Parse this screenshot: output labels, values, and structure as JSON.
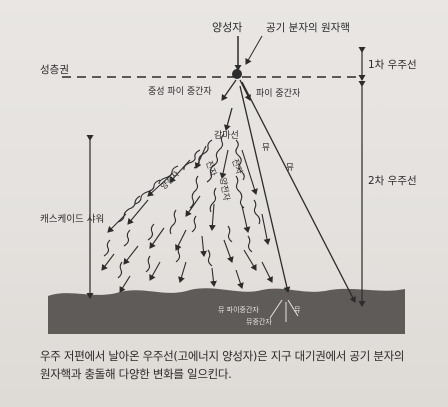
{
  "figure": {
    "labels": {
      "proton": "양성자",
      "nucleus": "공기 분자의 원자핵",
      "stratosphere": "성층권",
      "primary_cosmic_ray": "1차 우주선",
      "secondary_cosmic_ray": "2차 우주선",
      "neutral_pion": "중성 파이 중간자",
      "pion": "파이 중간자",
      "gamma_ray": "감마선",
      "cascade_shower": "캐스케이드 샤워",
      "electron_1": "전자",
      "electron_2": "전자",
      "positron": "양전자",
      "positron_side": "양전자",
      "mu_1": "뮤",
      "mu_2": "뮤",
      "ground_label_1": "뮤 파이중간자",
      "ground_label_2": "뮤",
      "ground_label_3": "뮤중간자"
    }
  },
  "caption": {
    "line1": "우주 저편에서 날아온 우주선(고에너지 양성자)은 지구 대기권에서 공기 분자의",
    "line2": "원자핵과 충돌해 다양한 변화를 일으킨다."
  },
  "colors": {
    "ink": "#2c2c2c",
    "ground": "#5e5b58",
    "paper": "#e6e3e0"
  }
}
